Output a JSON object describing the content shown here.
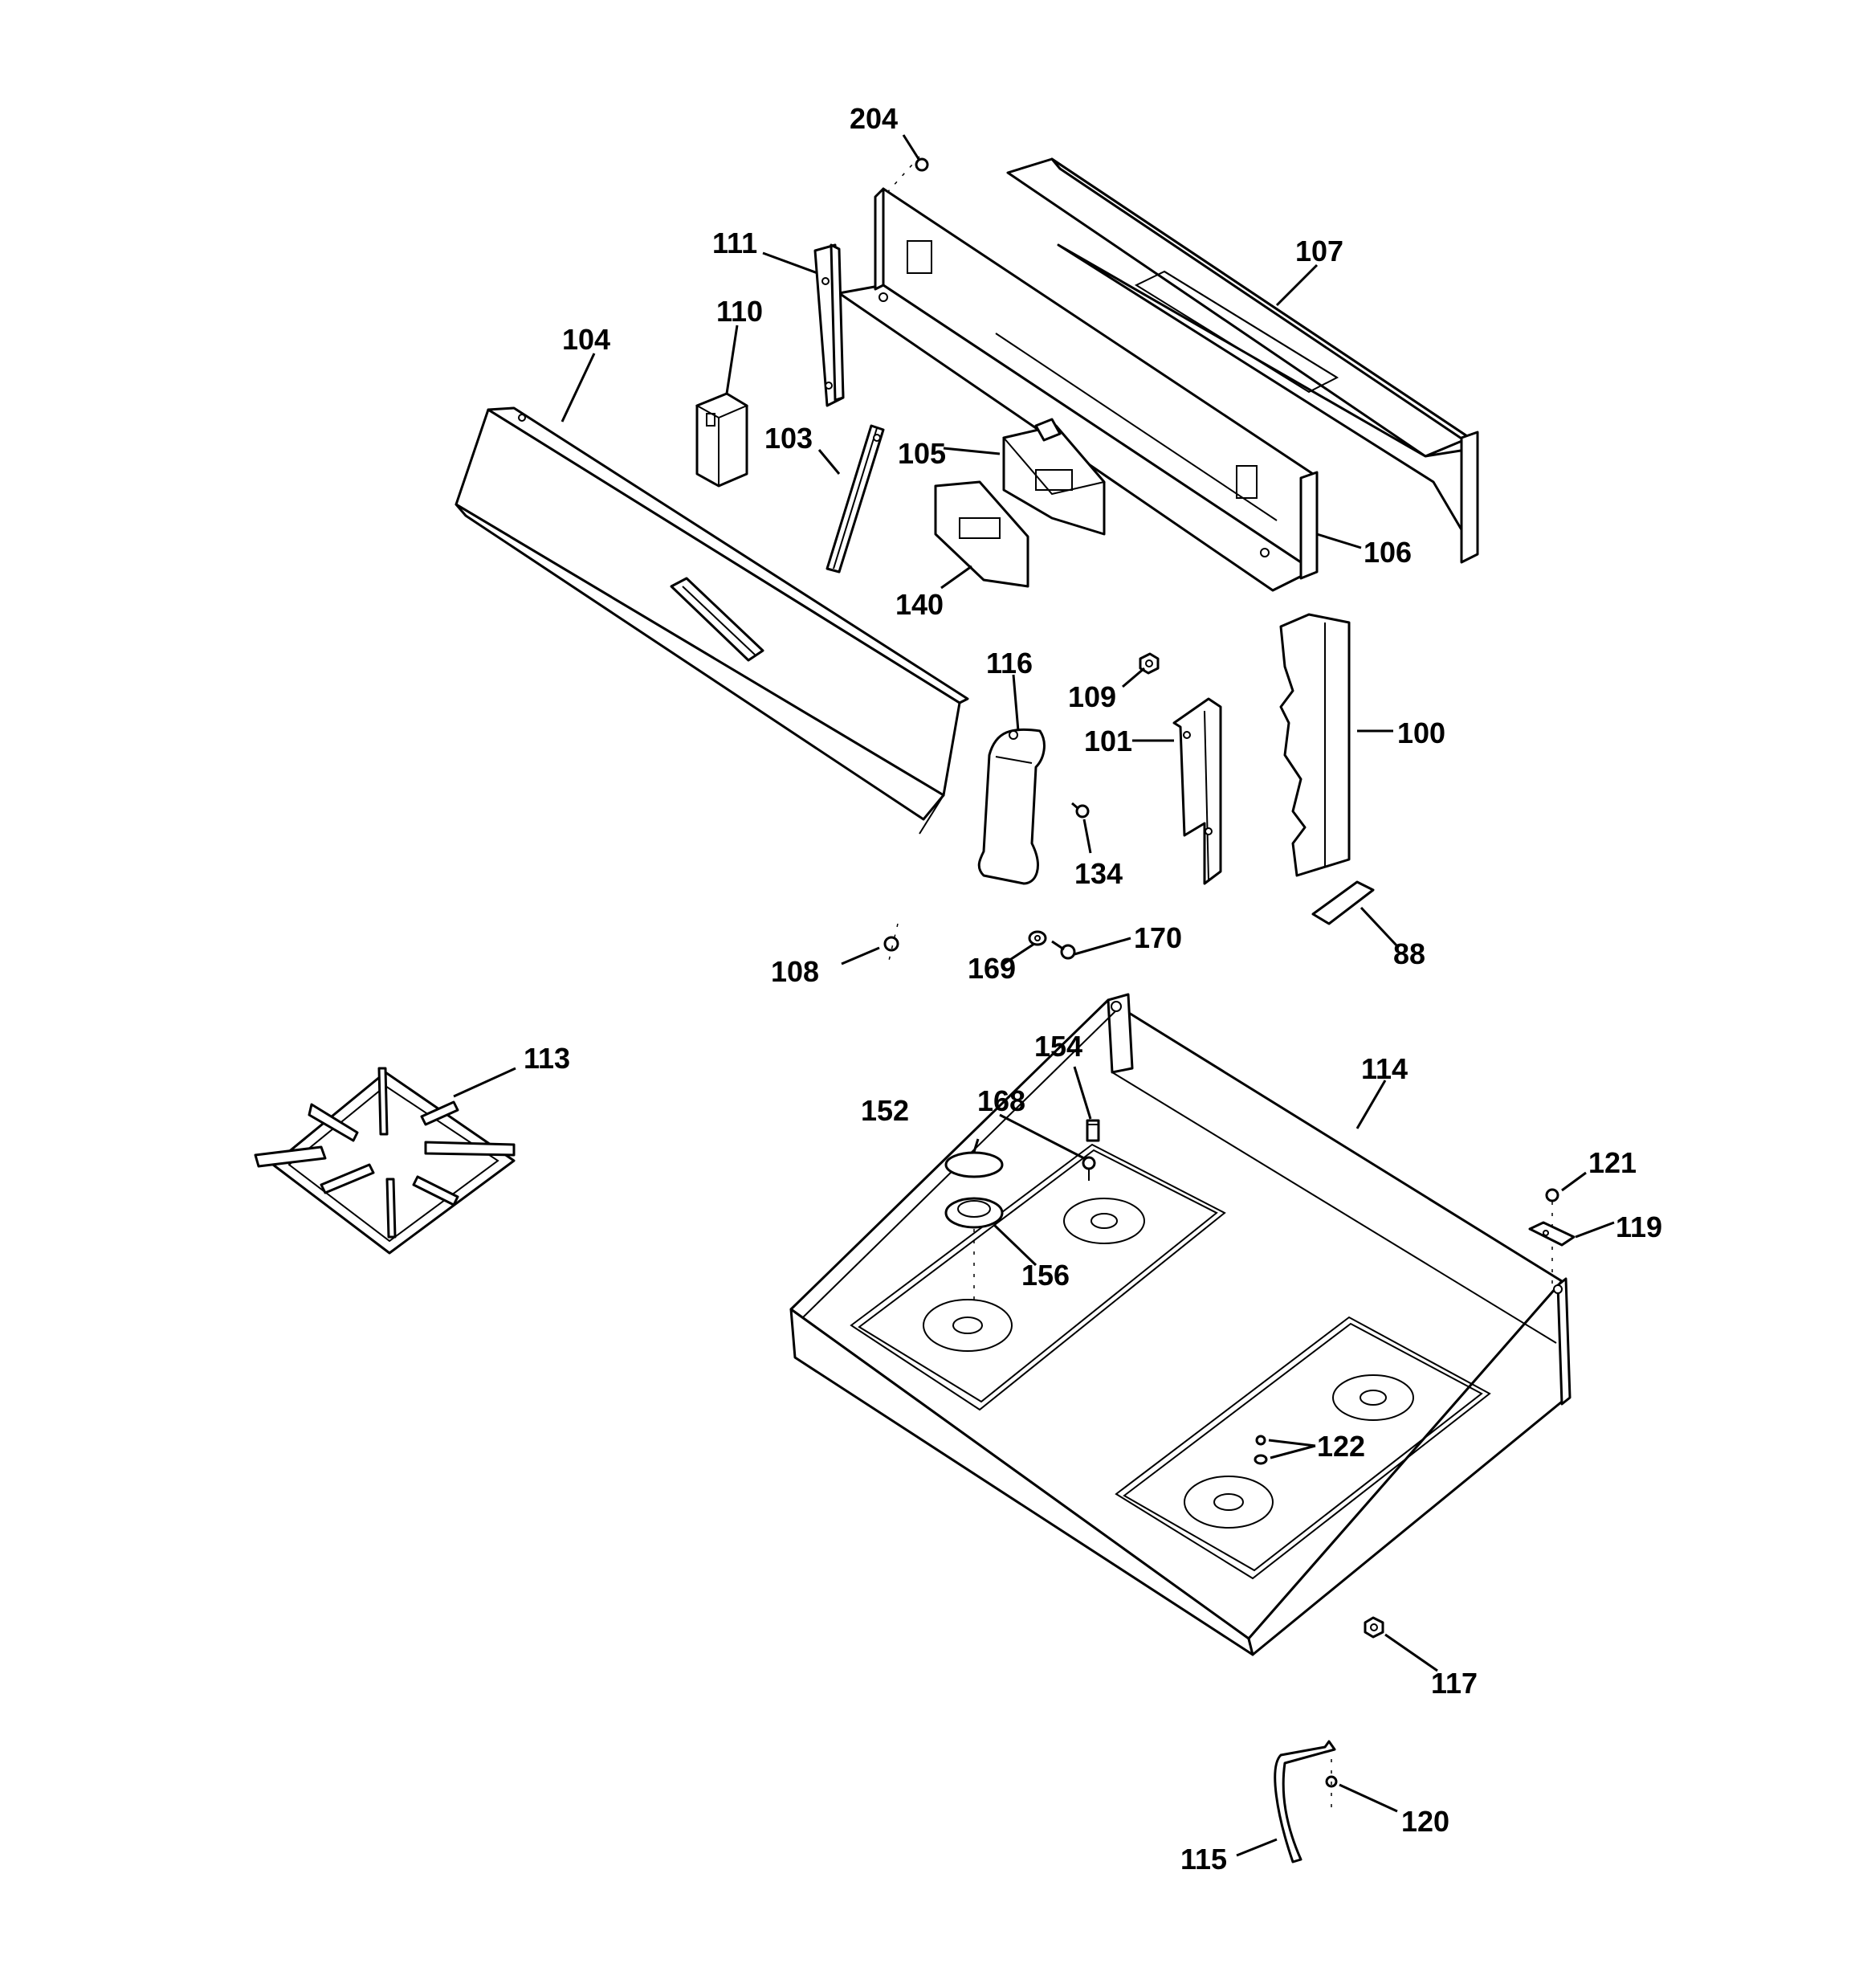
{
  "callouts": {
    "c204": "204",
    "c111": "111",
    "c110": "110",
    "c104": "104",
    "c107": "107",
    "c103": "103",
    "c105": "105",
    "c106": "106",
    "c140": "140",
    "c116": "116",
    "c109": "109",
    "c101": "101",
    "c100": "100",
    "c134": "134",
    "c108": "108",
    "c169": "169",
    "c170": "170",
    "c88": "88",
    "c113": "113",
    "c154": "154",
    "c114": "114",
    "c152": "152",
    "c168": "168",
    "c156": "156",
    "c121": "121",
    "c119": "119",
    "c122": "122",
    "c117": "117",
    "c120": "120",
    "c115": "115"
  }
}
